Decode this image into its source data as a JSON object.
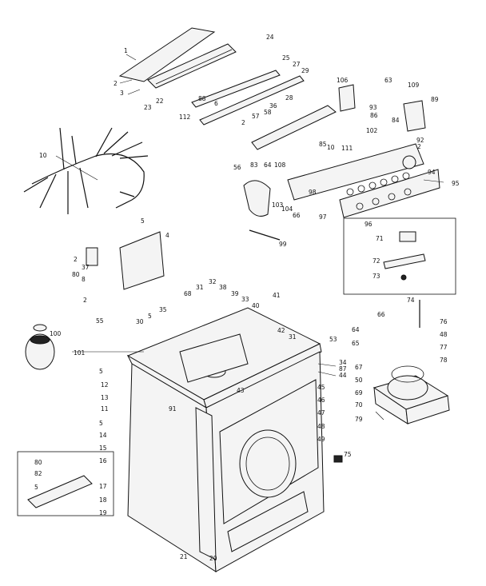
{
  "diagram": {
    "callouts": [
      {
        "id": "c1",
        "text": "1"
      },
      {
        "id": "c2a",
        "text": "2"
      },
      {
        "id": "c3",
        "text": "3"
      },
      {
        "id": "c24",
        "text": "24"
      },
      {
        "id": "c25",
        "text": "25"
      },
      {
        "id": "c27",
        "text": "27"
      },
      {
        "id": "c29",
        "text": "29"
      },
      {
        "id": "c22",
        "text": "22"
      },
      {
        "id": "c23",
        "text": "23"
      },
      {
        "id": "c112",
        "text": "112"
      },
      {
        "id": "c88a",
        "text": "88"
      },
      {
        "id": "c6",
        "text": "6"
      },
      {
        "id": "c28",
        "text": "28"
      },
      {
        "id": "c36",
        "text": "36"
      },
      {
        "id": "c58",
        "text": "58"
      },
      {
        "id": "c57",
        "text": "57"
      },
      {
        "id": "c2b",
        "text": "2"
      },
      {
        "id": "c106",
        "text": "106"
      },
      {
        "id": "c63",
        "text": "63"
      },
      {
        "id": "c109",
        "text": "109"
      },
      {
        "id": "c89",
        "text": "89"
      },
      {
        "id": "c93",
        "text": "93"
      },
      {
        "id": "c86",
        "text": "86"
      },
      {
        "id": "c84",
        "text": "84"
      },
      {
        "id": "c102",
        "text": "102"
      },
      {
        "id": "c92",
        "text": "92"
      },
      {
        "id": "c2c",
        "text": "2"
      },
      {
        "id": "c85",
        "text": "85"
      },
      {
        "id": "c10a",
        "text": "10"
      },
      {
        "id": "c111",
        "text": "111"
      },
      {
        "id": "c98",
        "text": "98"
      },
      {
        "id": "c96",
        "text": "96"
      },
      {
        "id": "c94",
        "text": "94"
      },
      {
        "id": "c95",
        "text": "95"
      },
      {
        "id": "c97",
        "text": "97"
      },
      {
        "id": "c10b",
        "text": "10"
      },
      {
        "id": "c5a",
        "text": "5"
      },
      {
        "id": "c4",
        "text": "4"
      },
      {
        "id": "c2d",
        "text": "2"
      },
      {
        "id": "c37",
        "text": "37"
      },
      {
        "id": "c80a",
        "text": "80"
      },
      {
        "id": "c8",
        "text": "8"
      },
      {
        "id": "c56",
        "text": "56"
      },
      {
        "id": "c83",
        "text": "83"
      },
      {
        "id": "c64a",
        "text": "64"
      },
      {
        "id": "c108",
        "text": "108"
      },
      {
        "id": "c103",
        "text": "103"
      },
      {
        "id": "c104",
        "text": "104"
      },
      {
        "id": "c66",
        "text": "66"
      },
      {
        "id": "c99",
        "text": "99"
      },
      {
        "id": "c71",
        "text": "71"
      },
      {
        "id": "c72",
        "text": "72"
      },
      {
        "id": "c73",
        "text": "73"
      },
      {
        "id": "c74",
        "text": "74"
      },
      {
        "id": "c2e",
        "text": "2"
      },
      {
        "id": "c55",
        "text": "55"
      },
      {
        "id": "c100",
        "text": "100"
      },
      {
        "id": "c101",
        "text": "101"
      },
      {
        "id": "c68",
        "text": "68"
      },
      {
        "id": "c31a",
        "text": "31"
      },
      {
        "id": "c32",
        "text": "32"
      },
      {
        "id": "c38",
        "text": "38"
      },
      {
        "id": "c39",
        "text": "39"
      },
      {
        "id": "c33",
        "text": "33"
      },
      {
        "id": "c40",
        "text": "40"
      },
      {
        "id": "c41",
        "text": "41"
      },
      {
        "id": "c35",
        "text": "35"
      },
      {
        "id": "c30",
        "text": "30"
      },
      {
        "id": "c5b",
        "text": "5"
      },
      {
        "id": "c42",
        "text": "42"
      },
      {
        "id": "c31b",
        "text": "31"
      },
      {
        "id": "c53",
        "text": "53"
      },
      {
        "id": "c34",
        "text": "34"
      },
      {
        "id": "c87a",
        "text": "87"
      },
      {
        "id": "c44",
        "text": "44"
      },
      {
        "id": "c43",
        "text": "43"
      },
      {
        "id": "c5c",
        "text": "5"
      },
      {
        "id": "c12",
        "text": "12"
      },
      {
        "id": "c13",
        "text": "13"
      },
      {
        "id": "c11",
        "text": "11"
      },
      {
        "id": "c91",
        "text": "91"
      },
      {
        "id": "c5d",
        "text": "5"
      },
      {
        "id": "c14",
        "text": "14"
      },
      {
        "id": "c15",
        "text": "15"
      },
      {
        "id": "c16",
        "text": "16"
      },
      {
        "id": "c45",
        "text": "45"
      },
      {
        "id": "c46",
        "text": "46"
      },
      {
        "id": "c47",
        "text": "47"
      },
      {
        "id": "c48",
        "text": "48"
      },
      {
        "id": "c49",
        "text": "49"
      },
      {
        "id": "c17",
        "text": "17"
      },
      {
        "id": "c18",
        "text": "18"
      },
      {
        "id": "c19",
        "text": "19"
      },
      {
        "id": "c75",
        "text": "75"
      },
      {
        "id": "c21",
        "text": "21"
      },
      {
        "id": "c20",
        "text": "20"
      },
      {
        "id": "c80b",
        "text": "80"
      },
      {
        "id": "c82",
        "text": "82"
      },
      {
        "id": "c5e",
        "text": "5"
      },
      {
        "id": "c66b",
        "text": "66"
      },
      {
        "id": "c64b",
        "text": "64"
      },
      {
        "id": "c65",
        "text": "65"
      },
      {
        "id": "c76",
        "text": "76"
      },
      {
        "id": "c48b",
        "text": "48"
      },
      {
        "id": "c77",
        "text": "77"
      },
      {
        "id": "c67",
        "text": "67"
      },
      {
        "id": "c50",
        "text": "50"
      },
      {
        "id": "c78",
        "text": "78"
      },
      {
        "id": "c69",
        "text": "69"
      },
      {
        "id": "c70",
        "text": "70"
      },
      {
        "id": "c79",
        "text": "79"
      }
    ]
  }
}
